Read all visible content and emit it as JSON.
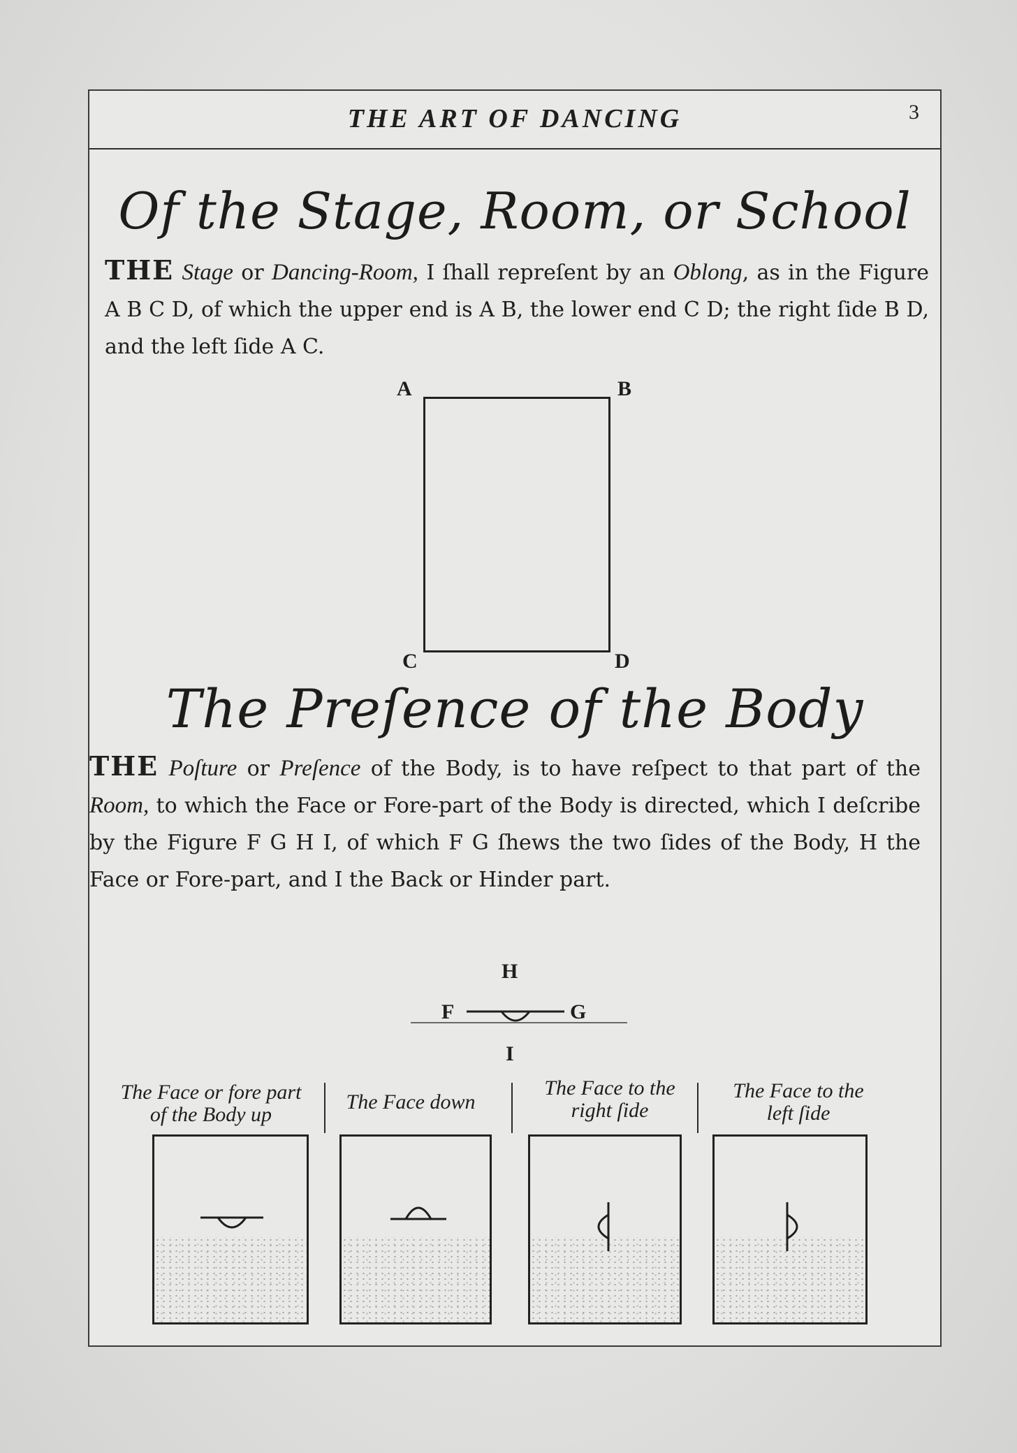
{
  "header": {
    "running_head": "THE ART OF DANCING",
    "page_number": "3"
  },
  "section1": {
    "title": "Of the Stage, Room, or School",
    "para_cap": "THE",
    "para_parts": [
      " ",
      "Stage",
      " or ",
      "Dancing-Room,",
      " I ſhall repreſent by an ",
      "Oblong",
      ", as in the Figure A B C D, of which the upper end is A B, the lower end C D; the right ſide B D, and the left ſide A C."
    ],
    "figure_labels": {
      "a": "A",
      "b": "B",
      "c": "C",
      "d": "D"
    }
  },
  "section2": {
    "title": "The Preſence of the Body",
    "para_cap": "THE",
    "para_parts": [
      " ",
      "Poſture",
      " or ",
      "Preſence",
      " of the Body, is to have reſpect to that part of the ",
      "Room,",
      " to which the Face or Fore-part of the Body is directed, which I deſcribe by the Figure F G H I, of which F G ſhews the two ſides of the Body, H the Face or Fore-part, and I the Back or Hinder part."
    ],
    "figure_labels": {
      "h": "H",
      "f": "F",
      "g": "G",
      "i": "I"
    }
  },
  "panels": [
    {
      "caption_line1": "The Face or fore part",
      "caption_line2": "of the Body up",
      "symbol": "face-up"
    },
    {
      "caption_line1": "The Face down",
      "caption_line2": "",
      "symbol": "face-down"
    },
    {
      "caption_line1": "The Face to the",
      "caption_line2": "right ſide",
      "symbol": "face-right"
    },
    {
      "caption_line1": "The Face to the",
      "caption_line2": "left ſide",
      "symbol": "face-left"
    }
  ]
}
